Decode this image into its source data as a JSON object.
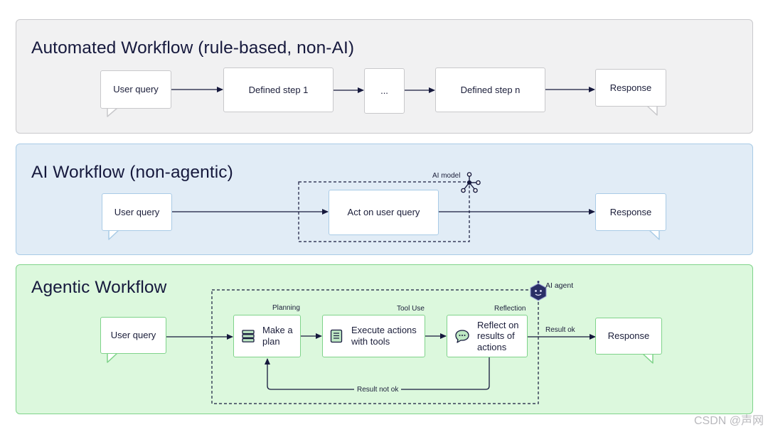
{
  "automated": {
    "title": "Automated Workflow (rule-based, non-AI)",
    "user_query": "User query",
    "step1": "Defined step 1",
    "ellipsis": "...",
    "stepn": "Defined step n",
    "response": "Response"
  },
  "ai": {
    "title": "AI Workflow (non-agentic)",
    "user_query": "User query",
    "act": "Act on user query",
    "model_label": "AI model",
    "response": "Response"
  },
  "agentic": {
    "title": "Agentic Workflow",
    "user_query": "User query",
    "planning_label": "Planning",
    "plan": "Make a plan",
    "tooluse_label": "Tool Use",
    "execute": "Execute actions with tools",
    "reflection_label": "Reflection",
    "reflect": "Reflect on results of actions",
    "agent_label": "AI agent",
    "result_ok": "Result ok",
    "result_not_ok": "Result not ok",
    "response": "Response"
  },
  "watermark": "CSDN @声网",
  "colors": {
    "gray_panel": "#f1f1f2",
    "blue_panel": "#e1ecf6",
    "green_panel": "#dcf8dd",
    "arrow": "#16193d",
    "agent_hex": "#2a2f66"
  },
  "icons": [
    "ai-model-network-icon",
    "ai-agent-robot-icon",
    "database-stack-icon",
    "document-list-icon",
    "chat-bubble-icon"
  ]
}
